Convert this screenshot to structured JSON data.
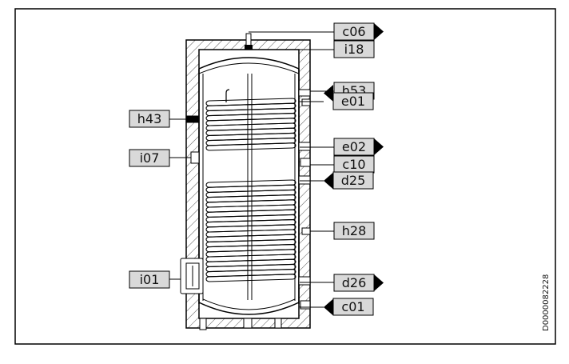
{
  "diagram": {
    "labels": {
      "c06": "c06",
      "i18": "i18",
      "h53": "h53",
      "e01": "e01",
      "h43": "h43",
      "e02": "e02",
      "i07": "i07",
      "c10": "c10",
      "d25": "d25",
      "h28": "h28",
      "i01": "i01",
      "d26": "d26",
      "c01": "c01"
    },
    "document_id": "D0000082228"
  },
  "colors": {
    "label_box": "#d9d9d9",
    "marker": "#000000",
    "line": "#000000",
    "hatch": "#444444"
  }
}
